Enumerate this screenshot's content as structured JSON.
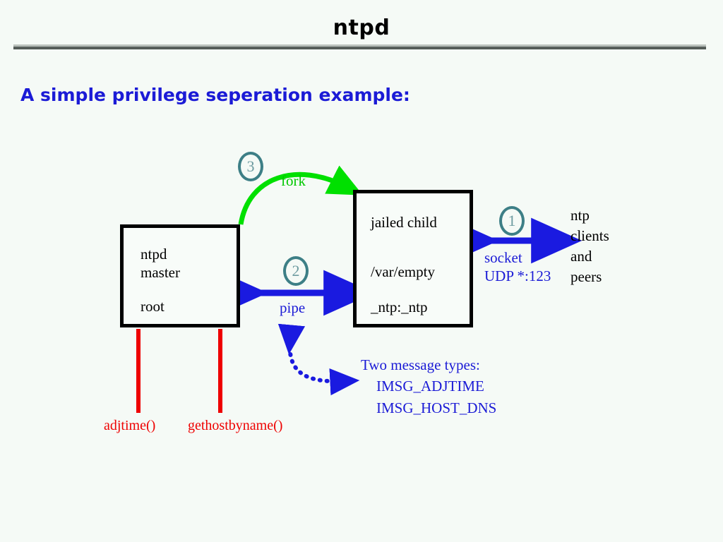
{
  "header": {
    "title": "ntpd"
  },
  "subtitle": "A simple privilege seperation example:",
  "boxes": {
    "master": {
      "line1": "ntpd",
      "line2": "master",
      "line3": "root"
    },
    "child": {
      "line1": "jailed child",
      "line2": "/var/empty",
      "line3": "_ntp:_ntp"
    }
  },
  "badges": {
    "one": "1",
    "two": "2",
    "three": "3"
  },
  "labels": {
    "fork": "fork",
    "pipe": "pipe",
    "socket_line1": "socket",
    "socket_line2": "UDP *:123",
    "clients_line1": "ntp",
    "clients_line2": "clients",
    "clients_line3": "and",
    "clients_line4": "peers",
    "msg_title": "Two message types:",
    "msg_item1": "IMSG_ADJTIME",
    "msg_item2": "IMSG_HOST_DNS",
    "syscall_adjtime": "adjtime()",
    "syscall_gethostbyname": "gethostbyname()"
  },
  "colors": {
    "background": "#f5faf6",
    "title_text": "#000000",
    "rule": "#5b6460",
    "subtitle_blue": "#1b1bd6",
    "arrow_blue": "#1a1ae0",
    "fork_green": "#00e000",
    "badge_teal": "#3d7f86",
    "syscall_red": "#ee0000",
    "box_border": "#000000"
  }
}
